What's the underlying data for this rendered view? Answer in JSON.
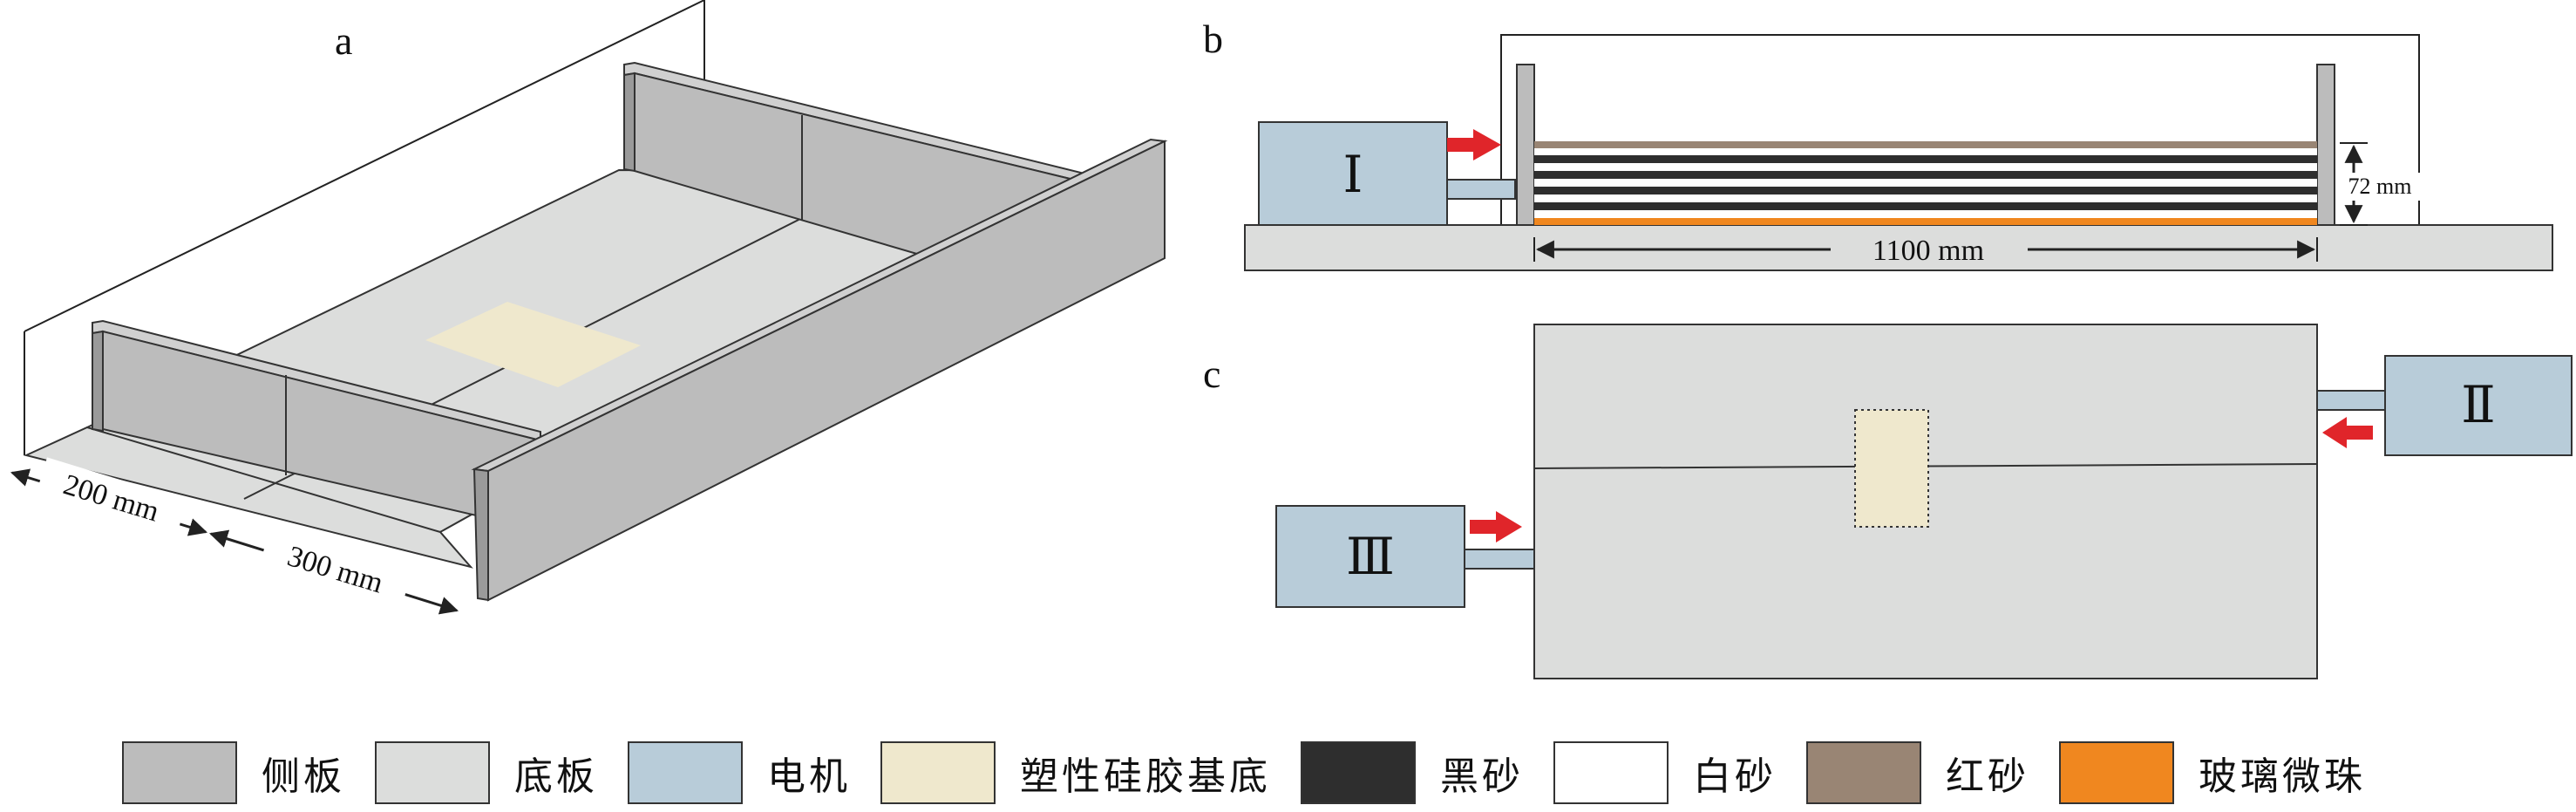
{
  "panels": {
    "a": {
      "label": "a",
      "dim_left": "200 mm",
      "dim_right": "300 mm"
    },
    "b": {
      "label": "b",
      "motor": "Ⅰ",
      "height_dim": "72 mm",
      "length_dim": "1100 mm"
    },
    "c": {
      "label": "c",
      "motor_right": "Ⅱ",
      "motor_left": "Ⅲ"
    }
  },
  "legend": [
    {
      "label": "侧板",
      "color": "#bcbcbc"
    },
    {
      "label": "底板",
      "color": "#dcdddc"
    },
    {
      "label": "电机",
      "color": "#b8ccd9"
    },
    {
      "label": "塑性硅胶基底",
      "color": "#efe8cd"
    },
    {
      "label": "黑砂",
      "color": "#2e2e2e"
    },
    {
      "label": "白砂",
      "color": "#ffffff"
    },
    {
      "label": "红砂",
      "color": "#998574"
    },
    {
      "label": "玻璃微珠",
      "color": "#f0871f"
    }
  ],
  "colors": {
    "side_plate": "#bcbcbc",
    "base_plate": "#dcdddc",
    "motor": "#b8ccd9",
    "silicone": "#efe8cd",
    "arrow": "#e0252a",
    "black_sand": "#2e2e2e",
    "red_sand": "#998574",
    "glass_beads": "#f0871f"
  }
}
